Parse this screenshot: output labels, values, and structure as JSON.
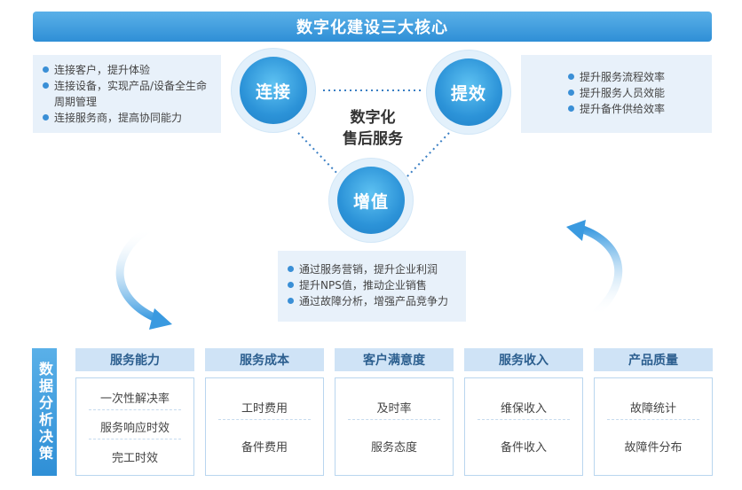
{
  "title": "数字化建设三大核心",
  "center": {
    "line1": "数字化",
    "line2": "售后服务"
  },
  "circles": {
    "connect": "连接",
    "efficiency": "提效",
    "value": "增值"
  },
  "connect_points": [
    "连接客户，提升体验",
    "连接设备，实现产品/设备全生命周期管理",
    "连接服务商，提高协同能力"
  ],
  "efficiency_points": [
    "提升服务流程效率",
    "提升服务人员效能",
    "提升备件供给效率"
  ],
  "value_points": [
    "通过服务营销，提升企业利润",
    "提升NPS值，推动企业销售",
    "通过故障分析，增强产品竞争力"
  ],
  "side_title": "数据分析决策",
  "columns": [
    {
      "title": "服务能力",
      "items": [
        "一次性解决率",
        "服务响应时效",
        "完工时效"
      ]
    },
    {
      "title": "服务成本",
      "items": [
        "工时费用",
        "备件费用"
      ]
    },
    {
      "title": "客户满意度",
      "items": [
        "及时率",
        "服务态度"
      ]
    },
    {
      "title": "服务收入",
      "items": [
        "维保收入",
        "备件收入"
      ]
    },
    {
      "title": "产品质量",
      "items": [
        "故障统计",
        "故障件分布"
      ]
    }
  ],
  "colors": {
    "accent": "#2f8fd6",
    "light": "#e8f1fa",
    "head": "#cfe3f6"
  }
}
